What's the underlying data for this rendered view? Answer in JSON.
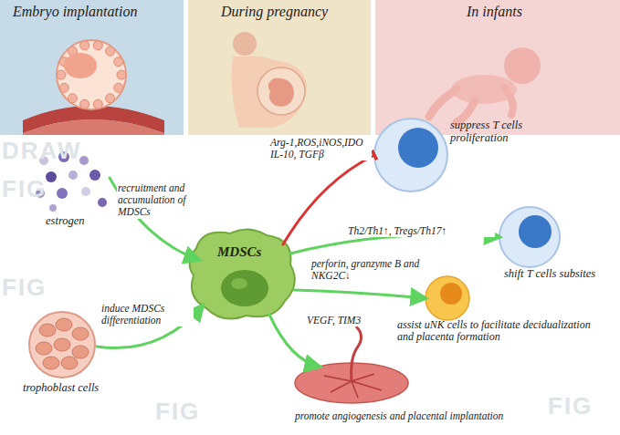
{
  "diagram": {
    "nodes": [
      {
        "text": [
          "Embryo implantation"
        ]
      },
      {
        "text": [
          "During pregnancy"
        ]
      },
      {
        "text": [
          "In infants"
        ]
      },
      {
        "text": [
          "estrogen"
        ]
      },
      {
        "text": [
          "trophoblast cells"
        ]
      },
      {
        "text": [
          "MDSCs"
        ]
      },
      {
        "text": [
          "suppress T cells proliferation"
        ]
      },
      {
        "text": [
          "shift T cells subsites"
        ]
      },
      {
        "text": [
          "assist uNK cells to facilitate decidualization and placenta formation"
        ]
      },
      {
        "text": [
          "promote angiogenesis and placental implantation"
        ]
      }
    ],
    "edges": [
      {
        "from": 3,
        "to": 5,
        "label": "recruitment and accumulation of MDSCs",
        "arrow": "to"
      },
      {
        "from": 4,
        "to": 5,
        "label": "induce MDSCs differentiation",
        "arrow": "to"
      },
      {
        "from": 5,
        "to": 6,
        "label": "Arg-1,ROS,iNOS,IDO IL-10, TGFβ",
        "arrow": "to"
      },
      {
        "from": 5,
        "to": 7,
        "label": "Th2/Th1↑, Tregs/Th17↑",
        "arrow": "to"
      },
      {
        "from": 5,
        "to": 8,
        "label": "perforin, granzyme B and NKG2C↓",
        "arrow": "to"
      },
      {
        "from": 5,
        "to": 9,
        "label": "VEGF, TIM3",
        "arrow": "to"
      }
    ],
    "labels": [
      "DRAW",
      "FIG",
      "FIG",
      "FIG",
      "FIG"
    ]
  }
}
